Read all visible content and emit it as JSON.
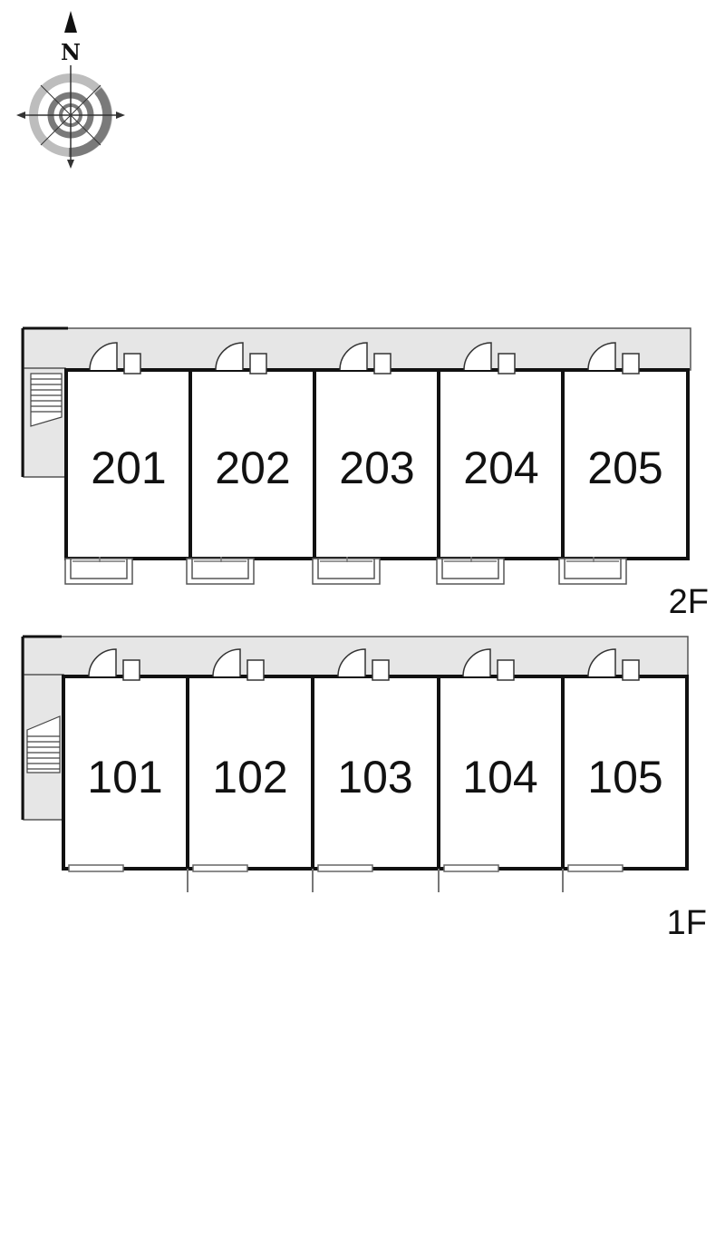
{
  "compass": {
    "north_label": "N"
  },
  "floors": [
    {
      "label": "2F",
      "units": [
        "201",
        "202",
        "203",
        "204",
        "205"
      ]
    },
    {
      "label": "1F",
      "units": [
        "101",
        "102",
        "103",
        "104",
        "105"
      ]
    }
  ],
  "colors": {
    "corridor": "#e6e6e6",
    "wall": "#111111",
    "outline": "#555555",
    "background": "#ffffff"
  }
}
